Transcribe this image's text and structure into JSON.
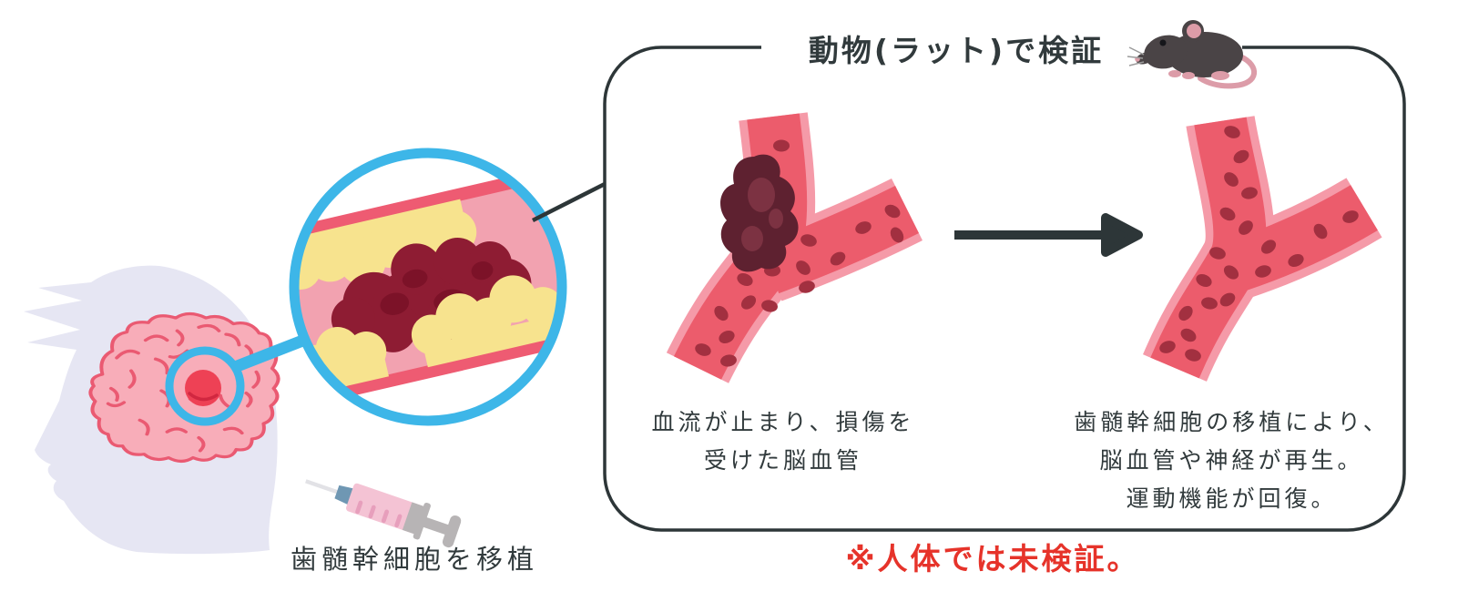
{
  "panel": {
    "title": "動物(ラット)で検証",
    "captions": {
      "damaged": {
        "lines": [
          "血流が止まり、損傷を",
          "受けた脳血管"
        ]
      },
      "recovered": {
        "lines": [
          "歯髄幹細胞の移植により、",
          "脳血管や神経が再生。",
          "運動機能が回復。"
        ]
      }
    },
    "footnote": "※人体では未検証。"
  },
  "left_scene": {
    "transplant_label": "歯髄幹細胞を移植"
  },
  "icons": {
    "head": "human-head-silhouette",
    "brain": "brain-icon",
    "stroke_spot": "stroke-site-marker",
    "magnifier": "magnified-artery-circle",
    "artery": "clogged-artery-cross-section",
    "syringe": "syringe-icon",
    "rat": "rat-icon",
    "damaged_vessel": "damaged-brain-vessel",
    "healthy_vessel": "regenerated-brain-vessel",
    "arrow": "transition-arrow"
  },
  "colors": {
    "accent_blue": "#3db6e8",
    "outline_dark": "#2d3638",
    "warning_red": "#e6332a",
    "vessel_red": "#ec5c6c",
    "vessel_rim_pink": "#f59aa8",
    "blood_cell_red": "#a23040",
    "plaque_yellow": "#f7e38e",
    "clot_maroon": "#8e1c33",
    "clot_dark": "#5e2130",
    "brain_pink": "#f8adb9",
    "brain_line_red": "#ea5a72",
    "head_lavender": "#e6e6f3"
  }
}
